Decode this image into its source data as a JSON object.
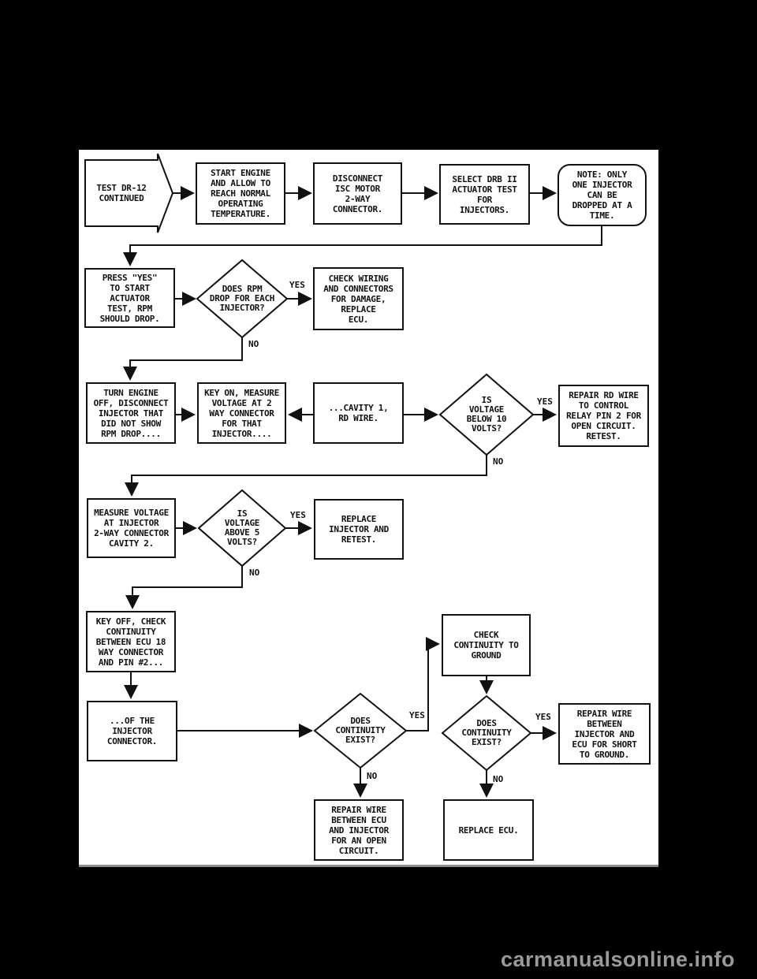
{
  "colors": {
    "page_background": "#000000",
    "paper": "#ffffff",
    "ink": "#111111",
    "watermark": "#9a9a9a"
  },
  "watermark": {
    "text": "carmanualsonline.info"
  },
  "flowchart": {
    "labels": {
      "yes": "YES",
      "no": "NO"
    },
    "nodes": {
      "continued": {
        "shape": "off-page-arrow",
        "text": "TEST DR-12\nCONTINUED"
      },
      "start_engine": {
        "shape": "box",
        "text": "START ENGINE\nAND ALLOW TO\nREACH NORMAL\nOPERATING\nTEMPERATURE."
      },
      "disconnect_isc": {
        "shape": "box",
        "text": "DISCONNECT\nISC MOTOR\n2-WAY\nCONNECTOR."
      },
      "select_drb": {
        "shape": "box",
        "text": "SELECT DRB II\nACTUATOR TEST\nFOR\nINJECTORS."
      },
      "note": {
        "shape": "rounded",
        "text": "NOTE: ONLY\nONE INJECTOR\nCAN BE\nDROPPED AT A\nTIME."
      },
      "press_yes": {
        "shape": "box",
        "text": "PRESS \"YES\"\nTO START\nACTUATOR\nTEST, RPM\nSHOULD DROP."
      },
      "rpm_decision": {
        "shape": "diamond",
        "text": "DOES RPM\nDROP FOR EACH\nINJECTOR?"
      },
      "check_wiring": {
        "shape": "box",
        "text": "CHECK WIRING\nAND CONNECTORS\nFOR DAMAGE,\nREPLACE\nECU."
      },
      "turn_engine_off": {
        "shape": "box",
        "text": "TURN ENGINE\nOFF, DISCONNECT\nINJECTOR THAT\nDID NOT SHOW\nRPM DROP...."
      },
      "key_on_measure": {
        "shape": "box",
        "text": "KEY ON, MEASURE\nVOLTAGE AT 2\nWAY CONNECTOR\nFOR THAT\nINJECTOR...."
      },
      "cavity1": {
        "shape": "box",
        "text": "...CAVITY 1,\nRD WIRE."
      },
      "below10_decision": {
        "shape": "diamond",
        "text": "IS\nVOLTAGE\nBELOW 10\nVOLTS?"
      },
      "repair_rd_wire": {
        "shape": "box",
        "text": "REPAIR RD WIRE\nTO CONTROL\nRELAY PIN 2 FOR\nOPEN CIRCUIT.\nRETEST."
      },
      "measure_voltage": {
        "shape": "box",
        "text": "MEASURE VOLTAGE\nAT INJECTOR\n2-WAY CONNECTOR\nCAVITY 2."
      },
      "above5_decision": {
        "shape": "diamond",
        "text": "IS\nVOLTAGE\nABOVE 5\nVOLTS?"
      },
      "replace_injector": {
        "shape": "box",
        "text": "REPLACE\nINJECTOR AND\nRETEST."
      },
      "key_off_check": {
        "shape": "box",
        "text": "KEY OFF, CHECK\nCONTINUITY\nBETWEEN ECU 18\nWAY CONNECTOR\nAND PIN #2..."
      },
      "check_ground": {
        "shape": "box",
        "text": "CHECK\nCONTINUITY TO\nGROUND"
      },
      "of_the_injector": {
        "shape": "box",
        "text": "...OF THE\nINJECTOR\nCONNECTOR."
      },
      "continuity1_decision": {
        "shape": "diamond",
        "text": "DOES\nCONTINUITY\nEXIST?"
      },
      "continuity2_decision": {
        "shape": "diamond",
        "text": "DOES\nCONTINUITY\nEXIST?"
      },
      "repair_short": {
        "shape": "box",
        "text": "REPAIR WIRE\nBETWEEN\nINJECTOR AND\nECU FOR SHORT\nTO GROUND."
      },
      "repair_open": {
        "shape": "box",
        "text": "REPAIR WIRE\nBETWEEN ECU\nAND INJECTOR\nFOR AN OPEN\nCIRCUIT."
      },
      "replace_ecu": {
        "shape": "box",
        "text": "REPLACE ECU."
      }
    }
  }
}
